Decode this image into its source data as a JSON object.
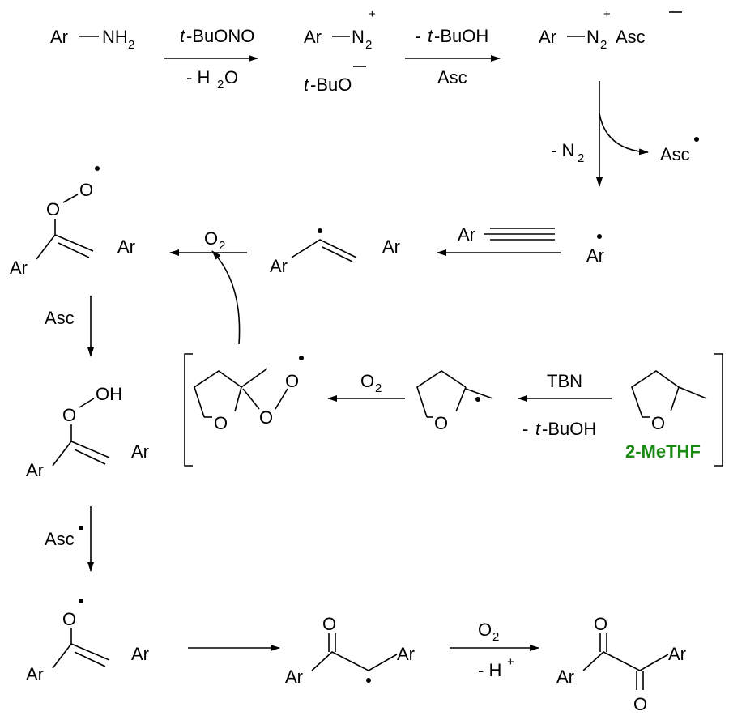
{
  "ar": "Ar",
  "nh": "NH",
  "n": "N",
  "two": "2",
  "o": "O",
  "oh": "OH",
  "plus": "+",
  "minus": "–",
  "t": "t",
  "buono": "-BuONO",
  "buo": "-BuO",
  "minus_h2o_a": "- H",
  "minus_h2o_b": "O",
  "minus_tbuoh_a": "- ",
  "buoh": "-BuOH",
  "asc": "Asc",
  "minus_n2": "- N",
  "tbn": "TBN",
  "minus_hplus": "- H",
  "solvent_label": "2-MeTHF",
  "colors": {
    "solvent": "#1a8a12"
  }
}
